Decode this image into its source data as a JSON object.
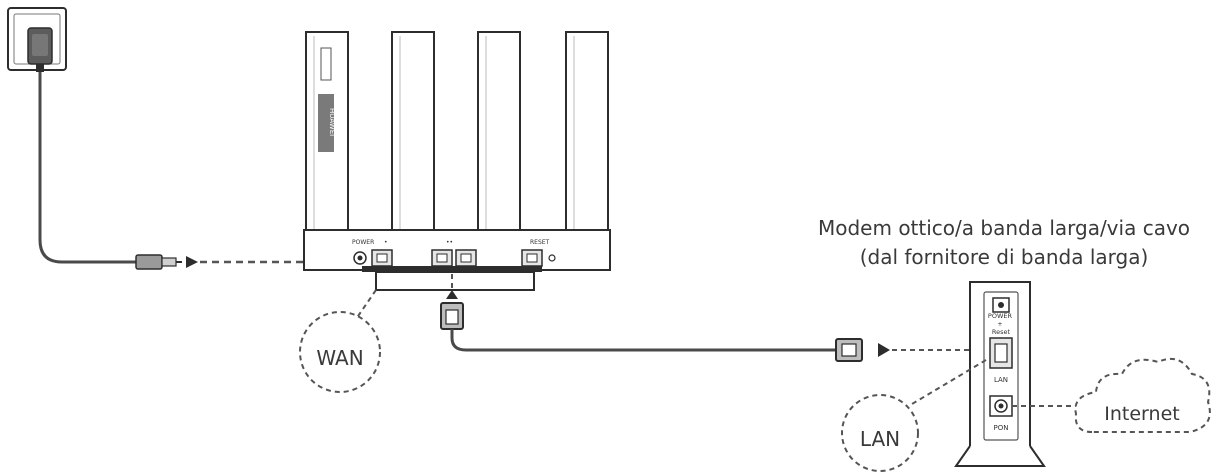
{
  "modem": {
    "title": "Modem ottico/a banda larga/via cavo",
    "subtitle": "(dal fornitore di banda larga)",
    "port_power_reset": "POWER\n+\nReset",
    "port_lan": "LAN",
    "port_pon": "PON"
  },
  "router": {
    "brand": "HUAWEI",
    "port_power": "POWER",
    "port_wan_mark": "•",
    "port_lan_mark": "••",
    "port_reset": "RESET"
  },
  "callouts": {
    "wan": "WAN",
    "lan": "LAN",
    "internet": "Internet"
  },
  "colors": {
    "line": "#4a4a4a",
    "dash": "#555555",
    "device_fill": "#ffffff",
    "device_stroke": "#2d2d2d",
    "port_fill": "#e6e6e6"
  }
}
